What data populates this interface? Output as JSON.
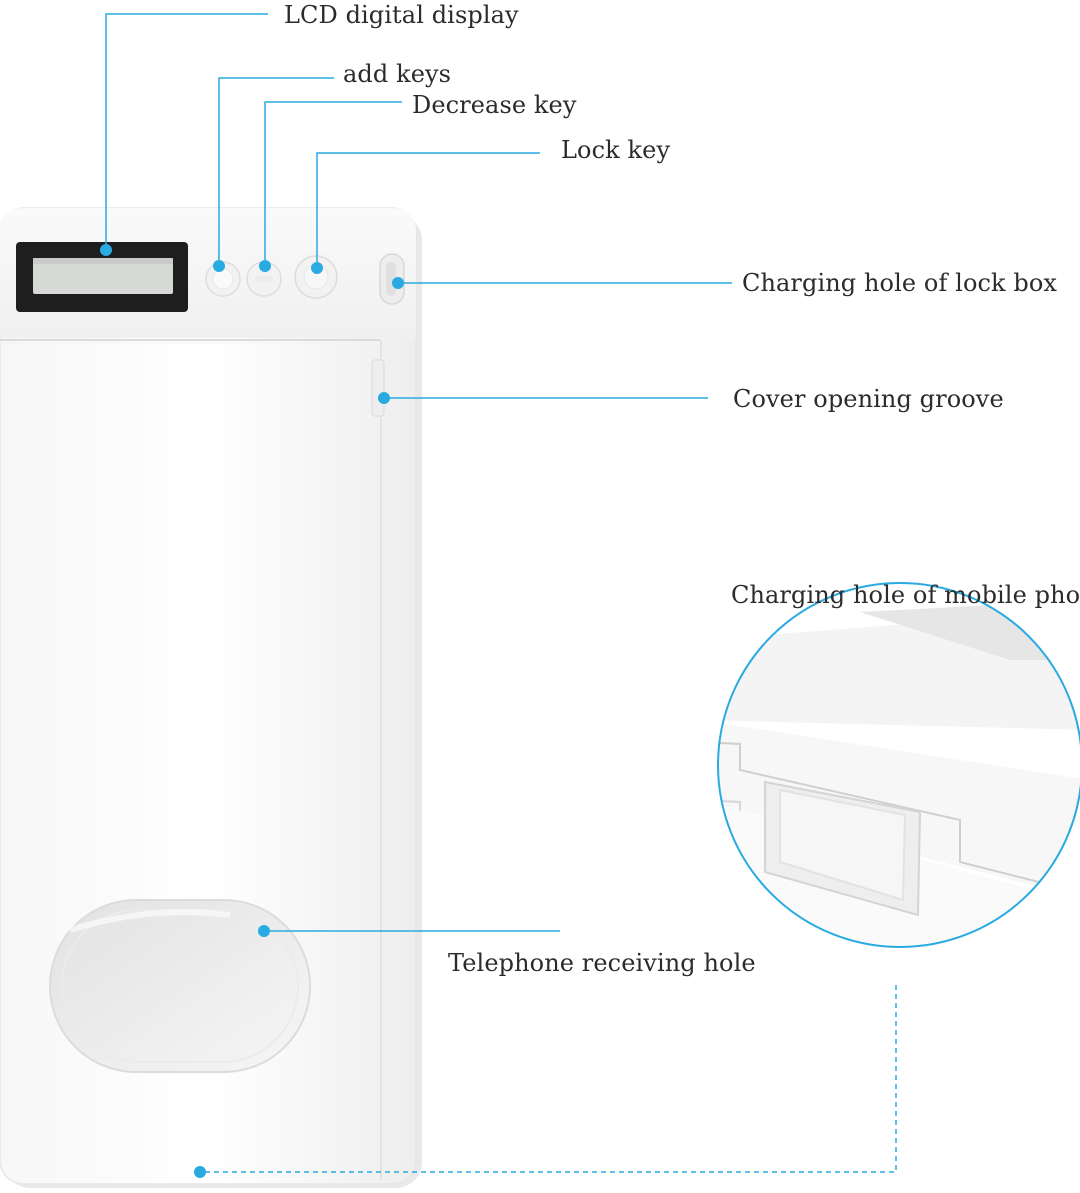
{
  "diagram": {
    "accent_color": "#29abe2",
    "device_color": "#ffffff",
    "labels": {
      "lcd_display": "LCD digital display",
      "add_keys": "add keys",
      "decrease_key": "Decrease key",
      "lock_key": "Lock key",
      "charging_hole_lock_box": "Charging hole of lock box",
      "cover_opening_groove": "Cover opening groove",
      "charging_hole_mobile_phone": "Charging hole of mobile phone",
      "telephone_receiving_hole": "Telephone receiving hole"
    }
  }
}
